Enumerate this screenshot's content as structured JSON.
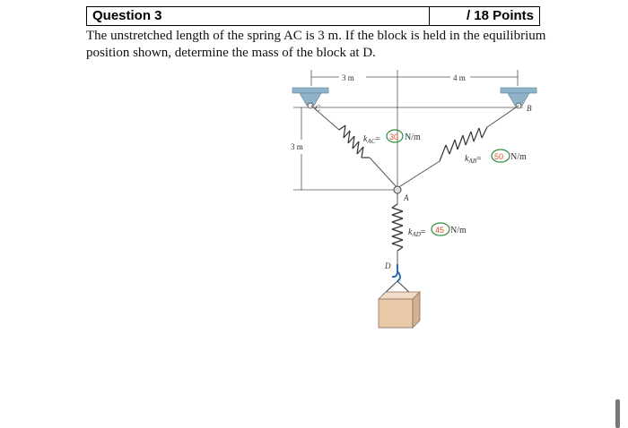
{
  "question": {
    "title": "Question 3",
    "points": "/ 18 Points"
  },
  "problem_text": "The unstretched length of the spring AC is 3 m. If the block is held in the equilibrium position shown, determine the mass of the block at D.",
  "figure": {
    "dim_top_left": "3 m",
    "dim_top_right": "4 m",
    "dim_left": "3 m",
    "point_C": "C",
    "point_B": "B",
    "point_A": "A",
    "point_D": "D",
    "k_ac_label": "k",
    "k_ac_sub": "AC",
    "k_ac_value": "30",
    "k_ab_label": "k",
    "k_ab_sub": "AB",
    "k_ab_value": "50",
    "k_ad_label": "k",
    "k_ad_sub": "AD",
    "k_ad_value": "45",
    "equals": "=",
    "unit": "N/m"
  },
  "colors": {
    "support": "#8fb3c9",
    "block": "#e8c9a8",
    "highlight_ring": "#2e8b3a",
    "highlight_text": "#d9532b"
  }
}
